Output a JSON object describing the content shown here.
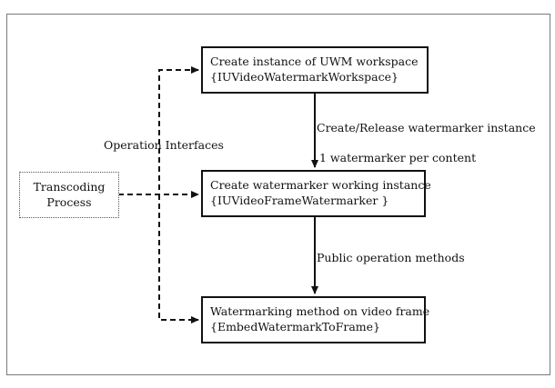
{
  "nodes": {
    "transcoding": {
      "line1": "Transcoding",
      "line2": "Process"
    },
    "workspace": {
      "line1": "Create instance of UWM workspace",
      "line2": "{IUVideoWatermarkWorkspace}"
    },
    "watermarker": {
      "line1": "Create watermarker working instance",
      "line2": "{IUVideoFrameWatermarker }"
    },
    "embed": {
      "line1": "Watermarking method on video frame",
      "line2": "{EmbedWatermarkToFrame}"
    }
  },
  "labels": {
    "operation_interfaces": "Operation Interfaces",
    "create_release": "Create/Release watermarker instance",
    "per_content": "1 watermarker per content",
    "public_methods": "Public operation methods"
  },
  "colors": {
    "line": "#111111",
    "frame": "#7a7a7a",
    "dotted_border": "#555555"
  }
}
